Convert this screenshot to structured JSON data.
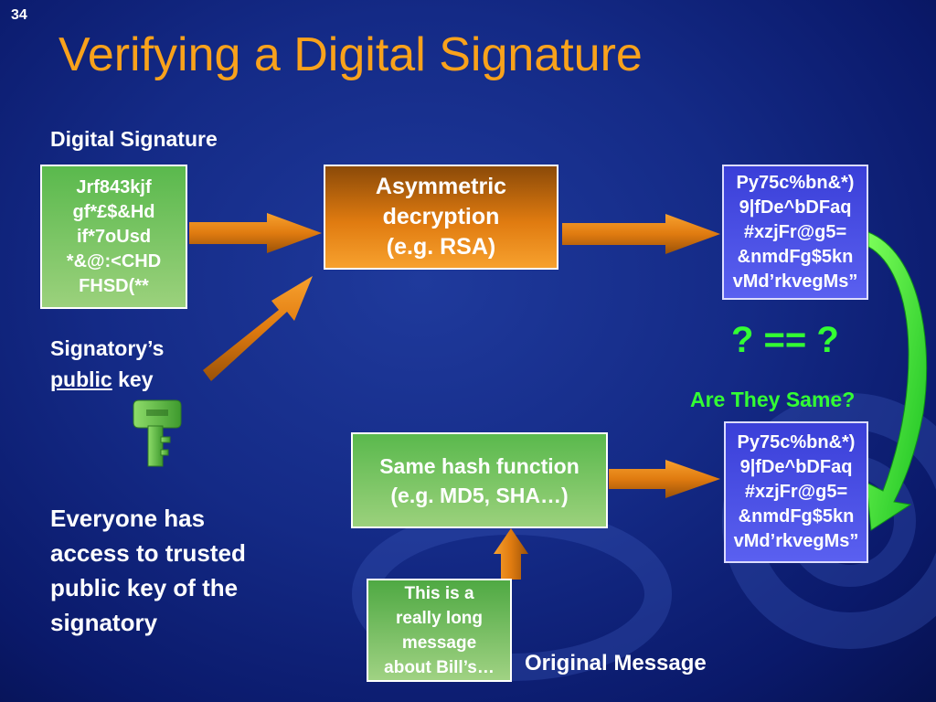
{
  "slide_number": "34",
  "title": "Verifying a Digital Signature",
  "digital_signature": {
    "label": "Digital Signature",
    "lines": [
      "Jrf843kjf",
      "gf*£$&Hd",
      "if*7oUsd",
      "*&@:<CHD",
      "FHSD(**"
    ]
  },
  "public_key": {
    "line1": "Signatory’s",
    "link": "public",
    "rest": " key"
  },
  "everyone_text": [
    "Everyone has",
    "access to trusted",
    "public key of the",
    "signatory"
  ],
  "decryption": {
    "lines": [
      "Asymmetric",
      "decryption",
      "(e.g. RSA)"
    ]
  },
  "hash_function": {
    "lines": [
      "Same hash function",
      "(e.g. MD5, SHA…)"
    ]
  },
  "decrypted_hash": {
    "lines": [
      "Py75c%bn&*)",
      "9|fDe^bDFaq",
      "#xzjFr@g5=",
      "&nmdFg$5kn",
      "vMd’rkvegMs”"
    ]
  },
  "computed_hash": {
    "lines": [
      "Py75c%bn&*)",
      "9|fDe^bDFaq",
      "#xzjFr@g5=",
      "&nmdFg$5kn",
      "vMd’rkvegMs”"
    ]
  },
  "compare": {
    "symbol": "? == ?",
    "question": "Are They Same?"
  },
  "original_message": {
    "lines": [
      "This is a",
      "really long",
      "message",
      "about Bill’s…"
    ],
    "label": "Original Message"
  },
  "colors": {
    "accent": "#f9a21b",
    "green": "#33ff33",
    "box_green": "#7cc35f",
    "box_blue": "#4a4fe6",
    "box_orange": "#e8830f"
  },
  "icons": [
    "key-icon",
    "arrow-right-icon",
    "arrow-up-icon",
    "curved-arrow-down-icon"
  ]
}
